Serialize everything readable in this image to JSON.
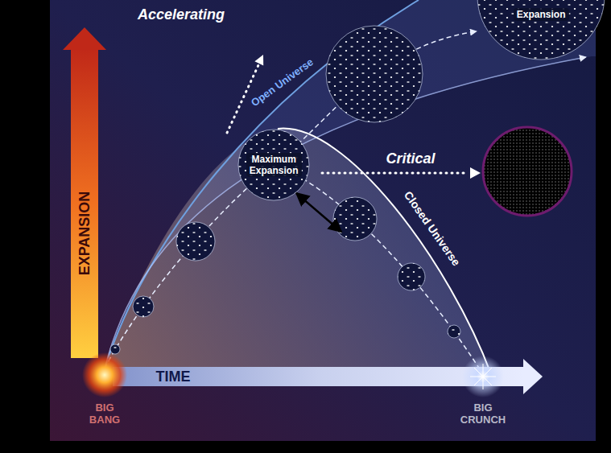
{
  "diagram": {
    "nodes": [
      {
        "text": [
          "Expansion"
        ]
      },
      {
        "text": [
          "Maximum Expansion"
        ]
      }
    ],
    "labels": [
      "Accelerating",
      "Open Universe",
      "Critical",
      "Closed Universe",
      "EXPANSION",
      "TIME",
      "BIG BANG",
      "BIG CRUNCH"
    ]
  }
}
